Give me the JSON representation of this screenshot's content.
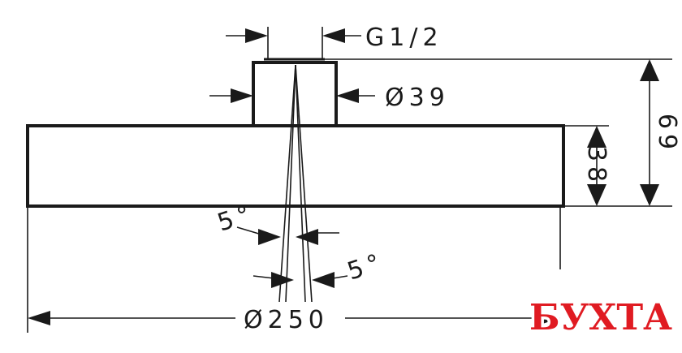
{
  "drawing": {
    "dimensions": {
      "thread": "G1/2",
      "neck_diameter": "Ø39",
      "total_height": "69",
      "plate_height": "38",
      "angle_left": "5°",
      "angle_right": "5°",
      "plate_diameter": "Ø250"
    }
  },
  "watermark": {
    "text": "БУХТА",
    "fill_color": "#e01b22",
    "outline_color": "#ffffff"
  },
  "colors": {
    "line": "#1a1a1a",
    "background": "#ffffff"
  }
}
